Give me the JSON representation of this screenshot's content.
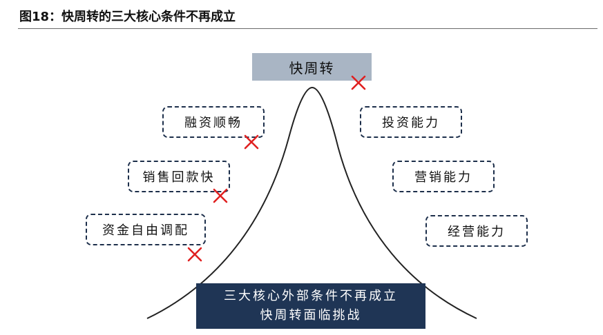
{
  "title": "图18：快周转的三大核心条件不再成立",
  "peak": {
    "label": "快周转"
  },
  "left_conditions": [
    {
      "label": "融资顺畅"
    },
    {
      "label": "销售回款快"
    },
    {
      "label": "资金自由调配"
    }
  ],
  "right_capabilities": [
    {
      "label": "投资能力"
    },
    {
      "label": "营销能力"
    },
    {
      "label": "经营能力"
    }
  ],
  "bottom": {
    "line1": "三大核心外部条件不再成立",
    "line2": "快周转面临挑战"
  },
  "colors": {
    "accent_navy": "#1f3555",
    "peak_fill": "#a9b5c4",
    "cross_red": "#e02020"
  },
  "icons": {
    "cross": "cross-icon"
  }
}
